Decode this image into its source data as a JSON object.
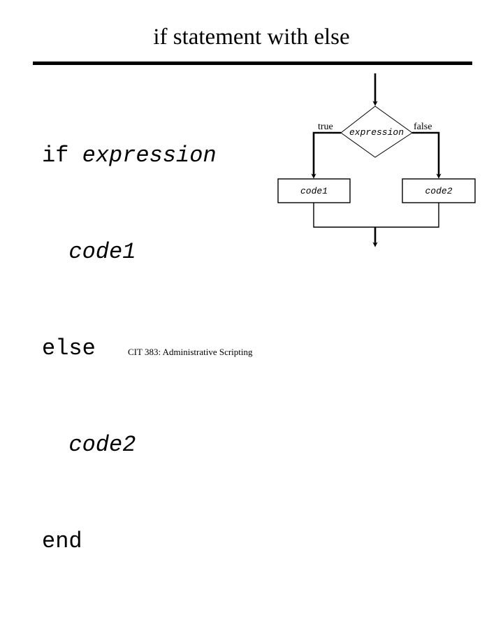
{
  "slide": {
    "title": "if statement with else",
    "footer": "CIT 383: Administrative Scripting",
    "background_color": "#ffffff",
    "ink_color": "#000000"
  },
  "code": {
    "lines": [
      {
        "keyword": "if ",
        "expression": "expression"
      },
      {
        "keyword": "  ",
        "expression": "code1"
      },
      {
        "keyword": "else",
        "expression": ""
      },
      {
        "keyword": "  ",
        "expression": "code2"
      },
      {
        "keyword": "end",
        "expression": ""
      }
    ],
    "line1_keyword": "if ",
    "line1_expression": "expression",
    "line2_indent": "  ",
    "line2_expression": "code1",
    "line3_keyword": "else",
    "line4_indent": "  ",
    "line4_expression": "code2",
    "line5_keyword": "end"
  },
  "flowchart": {
    "decision_label": "expression",
    "branch_true_label": "true",
    "branch_false_label": "false",
    "box_true_label": "code1",
    "box_false_label": "code2",
    "stroke_color": "#000000",
    "fill_color": "#ffffff"
  }
}
